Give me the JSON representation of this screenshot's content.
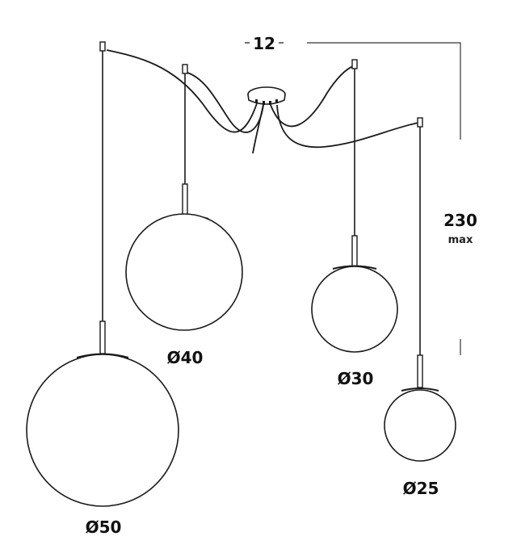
{
  "dimensions": {
    "canopy_offset": "12",
    "drop_value": "230",
    "drop_note": "max"
  },
  "spheres": [
    {
      "label": "Ø50"
    },
    {
      "label": "Ø40"
    },
    {
      "label": "Ø30"
    },
    {
      "label": "Ø25"
    }
  ],
  "colors": {
    "line": "#1a1a1a",
    "dimension_line": "#333333"
  }
}
